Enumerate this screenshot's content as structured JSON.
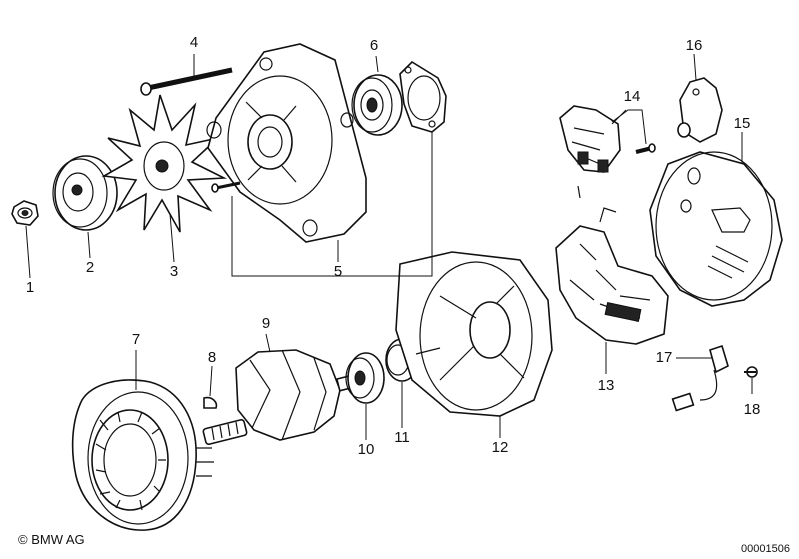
{
  "callouts": [
    "1",
    "2",
    "3",
    "4",
    "5",
    "6",
    "7",
    "8",
    "9",
    "10",
    "11",
    "12",
    "13",
    "14",
    "15",
    "16",
    "17",
    "18"
  ],
  "copyright": "© BMW AG",
  "image_code": "00001506"
}
